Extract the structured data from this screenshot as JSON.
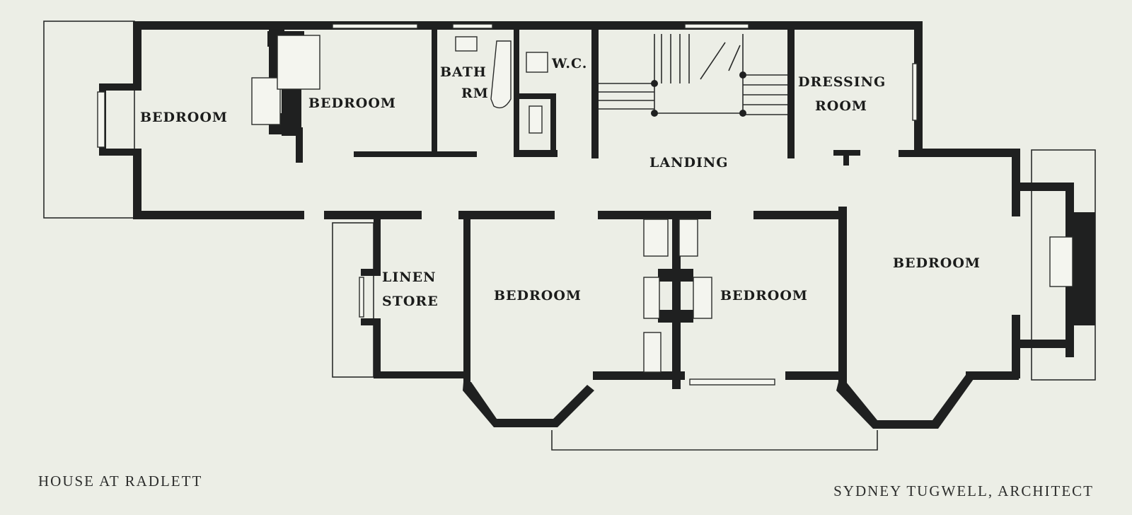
{
  "rooms": {
    "bedroom_nw": "BEDROOM",
    "bedroom_n": "BEDROOM",
    "bath_line1": "BATH",
    "bath_line2": "RM",
    "wc": "W.C.",
    "dressing_line1": "DRESSING",
    "dressing_line2": "ROOM",
    "landing": "LANDING",
    "linen_line1": "LINEN",
    "linen_line2": "STORE",
    "bedroom_s1": "BEDROOM",
    "bedroom_s2": "BEDROOM",
    "bedroom_e": "BEDROOM"
  },
  "captions": {
    "left": "HOUSE AT RADLETT",
    "right": "SYDNEY TUGWELL, ARCHITECT"
  }
}
